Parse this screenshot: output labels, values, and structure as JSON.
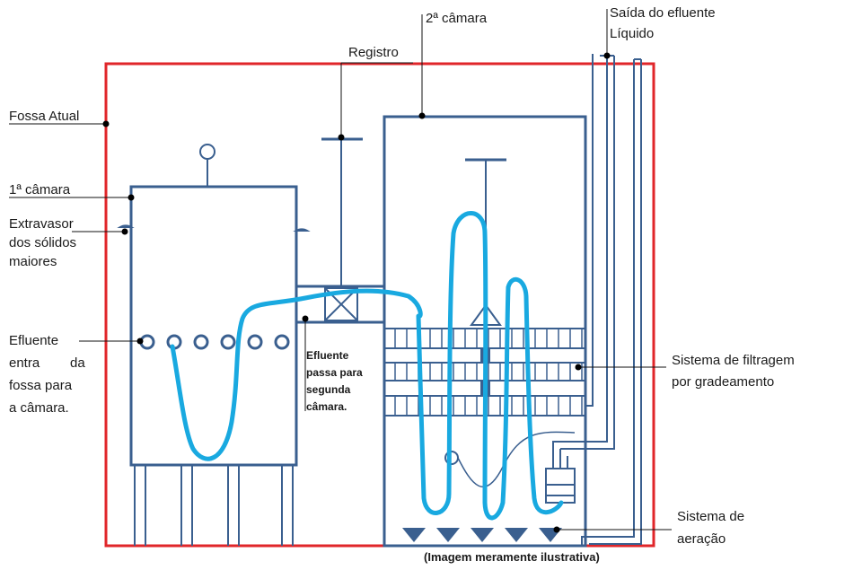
{
  "labels": {
    "fossa_atual": "Fossa Atual",
    "camara1": "1ª câmara",
    "extravasor": [
      "Extravasor",
      "dos sólidos",
      "maiores"
    ],
    "efluente_entra": [
      "Efluente",
      "entra",
      "da",
      "fossa para",
      "a câmara."
    ],
    "registro": "Registro",
    "efluente_passa": [
      "Efluente",
      "passa para",
      "segunda",
      "câmara."
    ],
    "camara2": "2ª câmara",
    "saida": [
      "Saída do efluente",
      "Líquido"
    ],
    "filtragem": [
      "Sistema de filtragem",
      "por gradeamento"
    ],
    "aeracao": [
      "Sistema de",
      "aeração"
    ],
    "caption": "(Imagem meramente ilustrativa)"
  },
  "colors": {
    "outer_border": "#e0262a",
    "structure": "#3a5f8f",
    "flow": "#19a9e0"
  }
}
